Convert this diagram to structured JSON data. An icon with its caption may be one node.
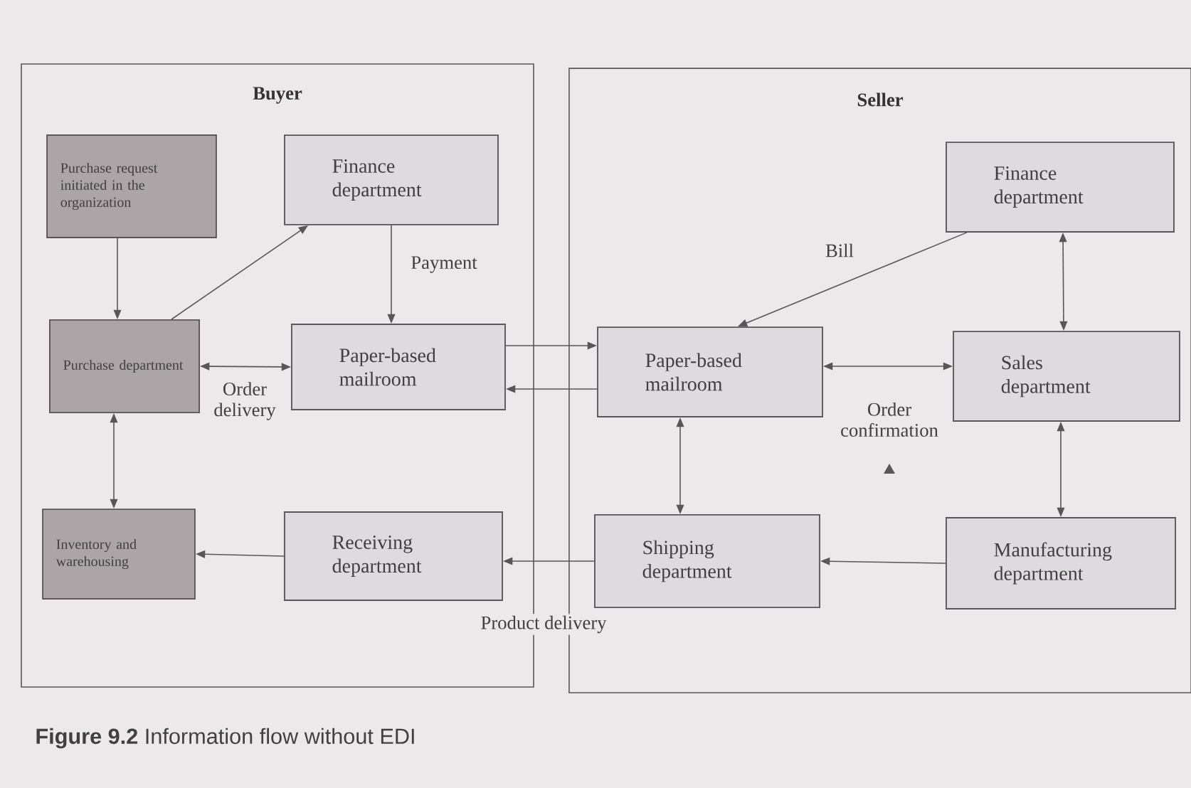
{
  "diagram": {
    "caption": "**Figure 9.2** Information flow without EDI",
    "nodes": [
      {
        "text": [
          "Buyer"
        ]
      },
      {
        "text": [
          "Purchase request initiated in the organization"
        ],
        "in": 0
      },
      {
        "text": [
          "Finance department"
        ],
        "in": 0
      },
      {
        "text": [
          "Purchase department"
        ],
        "in": 0
      },
      {
        "text": [
          "Paper-based mailroom"
        ],
        "in": 0
      },
      {
        "text": [
          "Inventory and warehousing"
        ],
        "in": 0
      },
      {
        "text": [
          "Receiving department"
        ],
        "in": 0
      },
      {
        "text": [
          "Seller"
        ]
      },
      {
        "text": [
          "Finance department"
        ],
        "in": 7
      },
      {
        "text": [
          "Paper-based mailroom"
        ],
        "in": 7
      },
      {
        "text": [
          "Sales department"
        ],
        "in": 7
      },
      {
        "text": [
          "Shipping department"
        ],
        "in": 7
      },
      {
        "text": [
          "Manufacturing department"
        ],
        "in": 7
      }
    ],
    "edges": [
      {
        "from": 1,
        "to": 3,
        "arrow": "to"
      },
      {
        "from": 3,
        "to": 2,
        "arrow": "to"
      },
      {
        "from": 2,
        "to": 4,
        "arrow": "to",
        "label": "Payment"
      },
      {
        "from": 3,
        "to": 4,
        "arrow": "both",
        "label": "Order delivery"
      },
      {
        "from": 3,
        "to": 5,
        "arrow": "both"
      },
      {
        "from": 6,
        "to": 5,
        "arrow": "to"
      },
      {
        "from": 4,
        "to": 9,
        "arrow": "to"
      },
      {
        "from": 9,
        "to": 4,
        "arrow": "to"
      },
      {
        "from": 8,
        "to": 9,
        "arrow": "to",
        "label": "Bill"
      },
      {
        "from": 8,
        "to": 10,
        "arrow": "both"
      },
      {
        "from": 9,
        "to": 10,
        "arrow": "both",
        "label": "Order confirmation"
      },
      {
        "from": 9,
        "to": 11,
        "arrow": "both"
      },
      {
        "from": 10,
        "to": 12,
        "arrow": "both"
      },
      {
        "from": 12,
        "to": 11,
        "arrow": "to"
      },
      {
        "from": 11,
        "to": 6,
        "arrow": "to",
        "label": "Product delivery"
      }
    ]
  }
}
